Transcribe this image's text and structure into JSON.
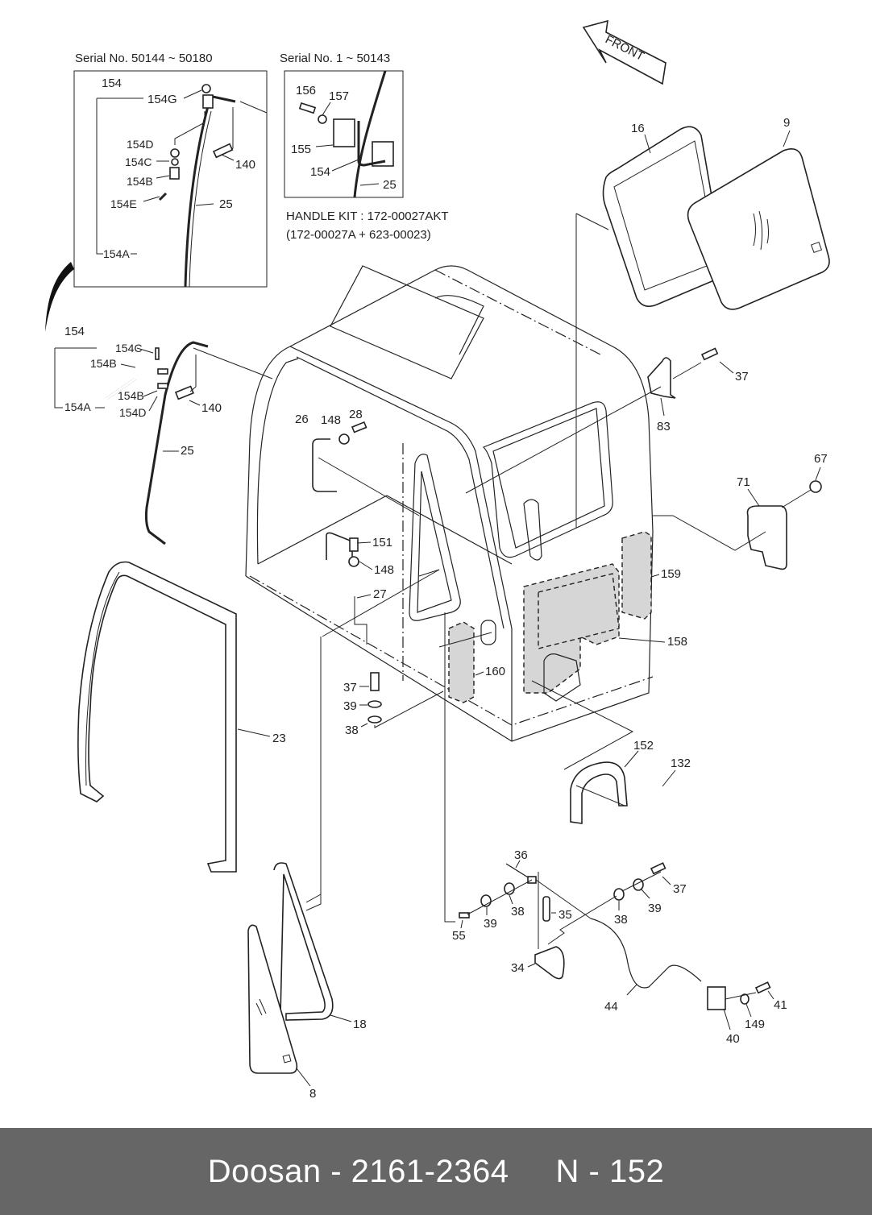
{
  "diagram": {
    "type": "exploded parts diagram - operator cab",
    "orientation_arrow": "FRONT",
    "inset_left": {
      "header": "Serial No. 50144 ~ 50180",
      "labels": [
        "154",
        "154G",
        "154D",
        "154C",
        "154B",
        "154E",
        "154A",
        "140",
        "25"
      ]
    },
    "inset_right": {
      "header": "Serial No. 1 ~ 50143",
      "labels": [
        "156",
        "157",
        "155",
        "154",
        "25"
      ]
    },
    "handle_kit": {
      "line1": "HANDLE KIT  : 172-00027AKT",
      "line2": "(172-00027A + 623-00023)"
    },
    "main_labels": {
      "p154": "154",
      "p154C": "154C",
      "p154B_top": "154B",
      "p154B_bot": "154B",
      "p154D": "154D",
      "p154A": "154A",
      "p140": "140",
      "p25": "25",
      "p16": "16",
      "p9": "9",
      "p37_top": "37",
      "p83": "83",
      "p67": "67",
      "p71": "71",
      "p26": "26",
      "p148_top": "148",
      "p28": "28",
      "p151": "151",
      "p148_bot": "148",
      "p27": "27",
      "p159": "159",
      "p158": "158",
      "p160": "160",
      "p37_mid": "37",
      "p39_mid": "39",
      "p38_mid": "38",
      "p23": "23",
      "p152": "152",
      "p132": "132",
      "p36": "36",
      "p35": "35",
      "p34": "34",
      "p55": "55",
      "p39_l": "39",
      "p38_l": "38",
      "p38_r": "38",
      "p39_r": "39",
      "p37_r": "37",
      "p44": "44",
      "p40": "40",
      "p149": "149",
      "p41": "41",
      "p18": "18",
      "p8": "8"
    }
  },
  "footer": {
    "brand": "Doosan",
    "part_number": "2161-2364",
    "page_ref": "N - 152",
    "text": "Doosan - 2161-2364     N - 152"
  },
  "colors": {
    "footer_bg": "#666666",
    "footer_text": "#ffffff",
    "line": "#222222",
    "insulation_fill": "#d6d6d6"
  }
}
